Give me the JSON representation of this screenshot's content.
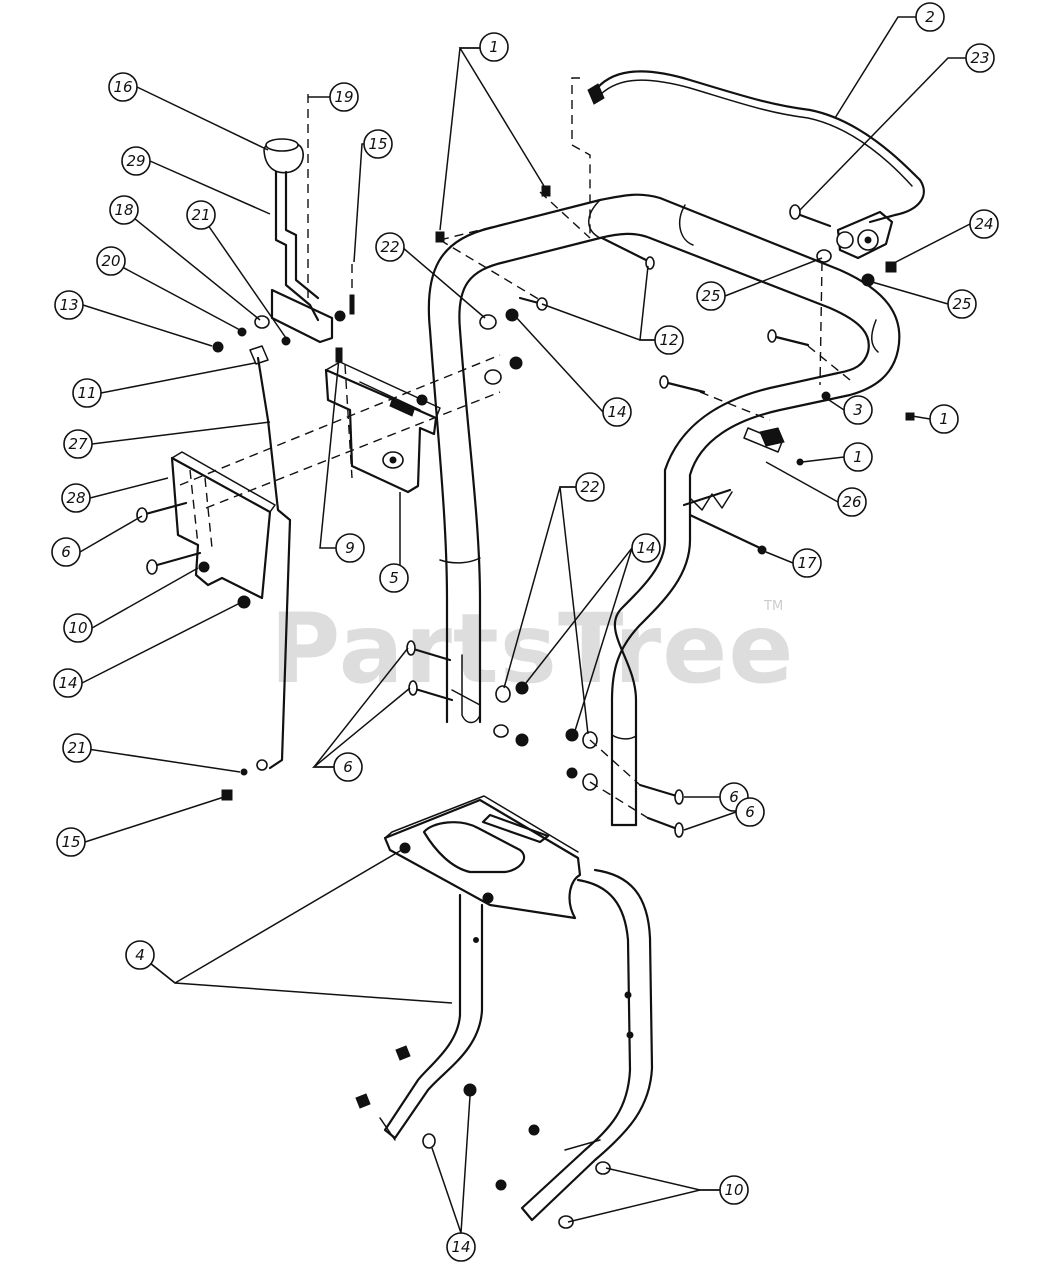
{
  "watermark": {
    "text": "PartsTree",
    "trademark": "TM"
  },
  "callouts": [
    {
      "id": "c1a",
      "label": "1"
    },
    {
      "id": "c1b",
      "label": "1"
    },
    {
      "id": "c1c",
      "label": "1"
    },
    {
      "id": "c2",
      "label": "2"
    },
    {
      "id": "c3",
      "label": "3"
    },
    {
      "id": "c4",
      "label": "4"
    },
    {
      "id": "c5",
      "label": "5"
    },
    {
      "id": "c6a",
      "label": "6"
    },
    {
      "id": "c6b",
      "label": "6"
    },
    {
      "id": "c6c",
      "label": "6"
    },
    {
      "id": "c6d",
      "label": "6"
    },
    {
      "id": "c9",
      "label": "9"
    },
    {
      "id": "c10a",
      "label": "10"
    },
    {
      "id": "c10b",
      "label": "10"
    },
    {
      "id": "c11",
      "label": "11"
    },
    {
      "id": "c12",
      "label": "12"
    },
    {
      "id": "c13",
      "label": "13"
    },
    {
      "id": "c14a",
      "label": "14"
    },
    {
      "id": "c14b",
      "label": "14"
    },
    {
      "id": "c14c",
      "label": "14"
    },
    {
      "id": "c14d",
      "label": "14"
    },
    {
      "id": "c15a",
      "label": "15"
    },
    {
      "id": "c15b",
      "label": "15"
    },
    {
      "id": "c16",
      "label": "16"
    },
    {
      "id": "c17",
      "label": "17"
    },
    {
      "id": "c18",
      "label": "18"
    },
    {
      "id": "c19",
      "label": "19"
    },
    {
      "id": "c20",
      "label": "20"
    },
    {
      "id": "c21a",
      "label": "21"
    },
    {
      "id": "c21b",
      "label": "21"
    },
    {
      "id": "c22a",
      "label": "22"
    },
    {
      "id": "c22b",
      "label": "22"
    },
    {
      "id": "c23",
      "label": "23"
    },
    {
      "id": "c24",
      "label": "24"
    },
    {
      "id": "c25a",
      "label": "25"
    },
    {
      "id": "c25b",
      "label": "25"
    },
    {
      "id": "c26",
      "label": "26"
    },
    {
      "id": "c27",
      "label": "27"
    },
    {
      "id": "c28",
      "label": "28"
    },
    {
      "id": "c29",
      "label": "29"
    }
  ]
}
